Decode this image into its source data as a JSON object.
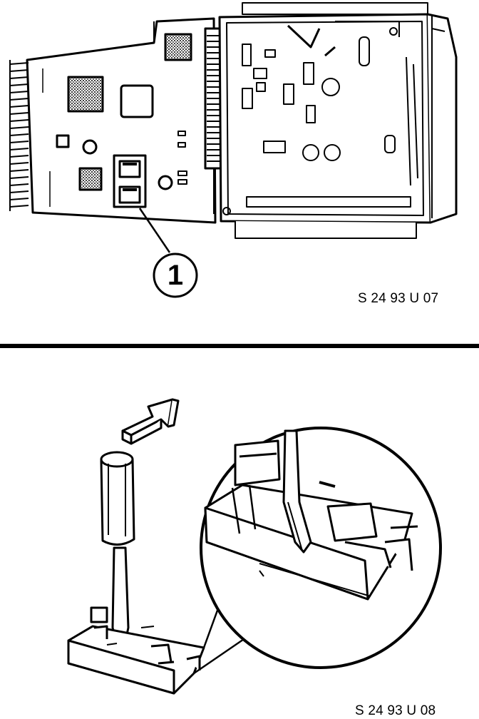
{
  "figure": {
    "top_panel": {
      "figure_code": "S 24 93 U 07",
      "callout_number": "1",
      "part_icon": "circuit-board-assembly",
      "callout_part_icon": "retaining-clip"
    },
    "bottom_panel": {
      "figure_code": "S 24 93 U 08",
      "tool_icon": "screwdriver",
      "direction_icon": "arrow-up-right",
      "part_icon": "retaining-clip",
      "detail_icon": "magnified-detail-circle"
    },
    "divider": true
  },
  "colors": {
    "ink": "#000000",
    "paper": "#ffffff",
    "shade": "#8c8c8c"
  }
}
